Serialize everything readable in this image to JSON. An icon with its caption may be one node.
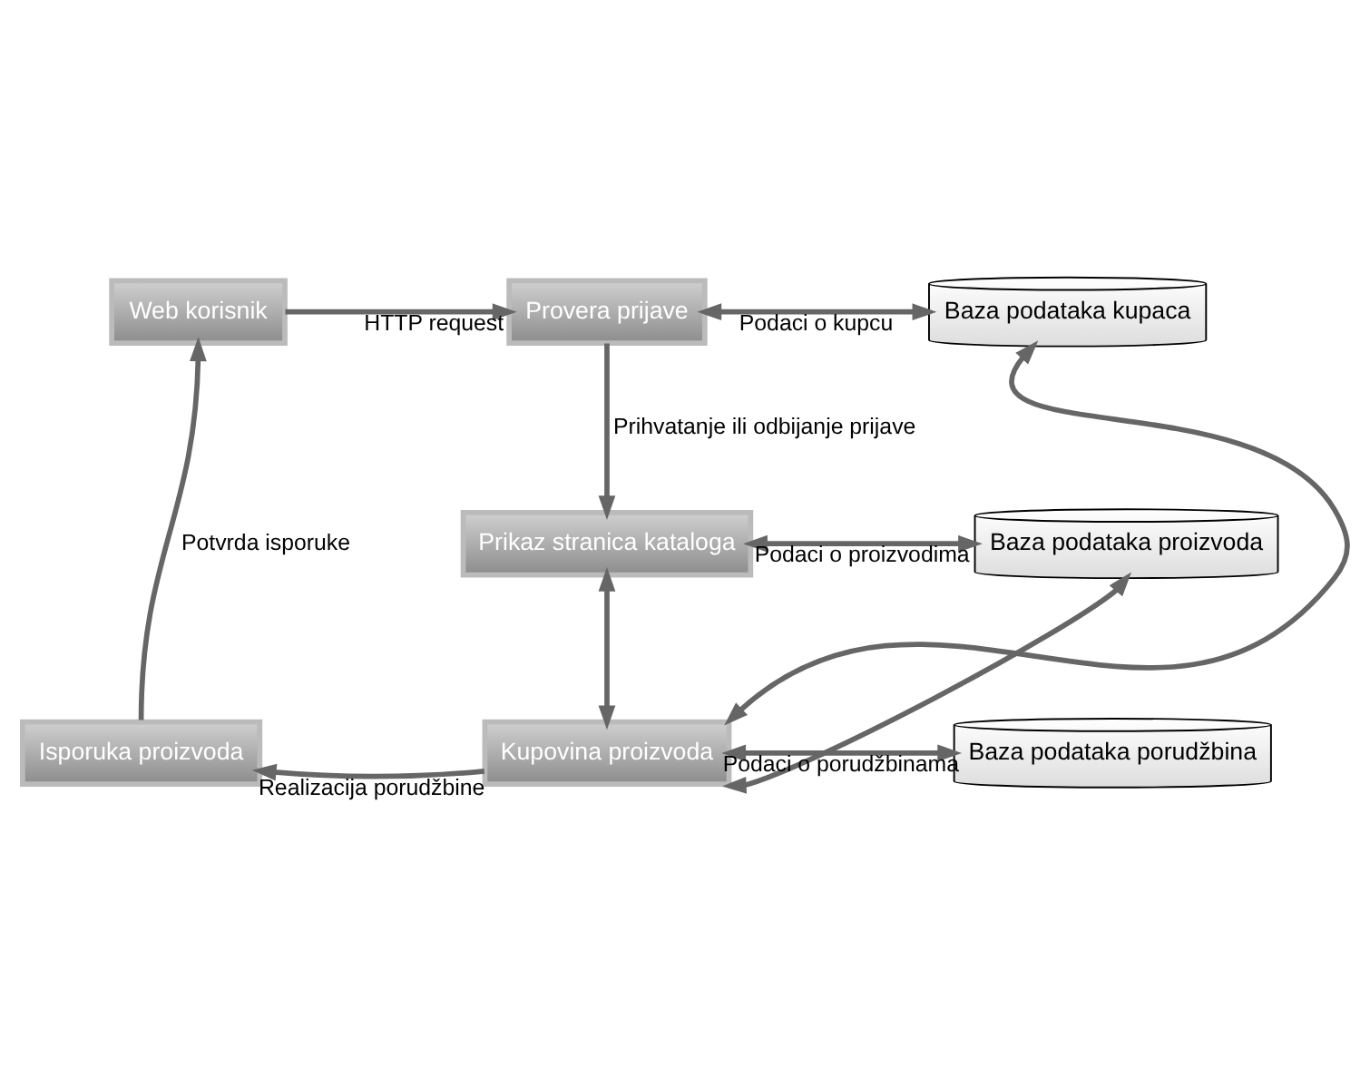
{
  "diagram": {
    "nodes": [
      {
        "text": [
          "Web korisnik"
        ]
      },
      {
        "text": [
          "Provera prijave"
        ]
      },
      {
        "text": [
          "Baza podataka kupaca"
        ]
      },
      {
        "text": [
          "Prikaz stranica kataloga"
        ]
      },
      {
        "text": [
          "Baza podataka proizvoda"
        ]
      },
      {
        "text": [
          "Isporuka proizvoda"
        ]
      },
      {
        "text": [
          "Kupovina proizvoda"
        ]
      },
      {
        "text": [
          "Baza podataka porudžbina"
        ]
      }
    ],
    "edges": [
      {
        "from": 0,
        "to": 1,
        "arrow": "to",
        "label": "HTTP request"
      },
      {
        "from": 1,
        "to": 2,
        "arrow": "both",
        "label": "Podaci o kupcu"
      },
      {
        "from": 1,
        "to": 3,
        "arrow": "to",
        "label": "Prihvatanje ili odbijanje prijave"
      },
      {
        "from": 3,
        "to": 4,
        "arrow": "both",
        "label": "Podaci o proizvodima"
      },
      {
        "from": 3,
        "to": 6,
        "arrow": "both"
      },
      {
        "from": 6,
        "to": 2,
        "arrow": "both"
      },
      {
        "from": 6,
        "to": 4,
        "arrow": "both"
      },
      {
        "from": 6,
        "to": 5,
        "arrow": "to",
        "label": "Realizacija porudžbine"
      },
      {
        "from": 5,
        "to": 0,
        "arrow": "to",
        "label": "Potvrda isporuke"
      },
      {
        "from": 6,
        "to": 7,
        "arrow": "both",
        "label": "Podaci o porudžbinama"
      }
    ]
  }
}
